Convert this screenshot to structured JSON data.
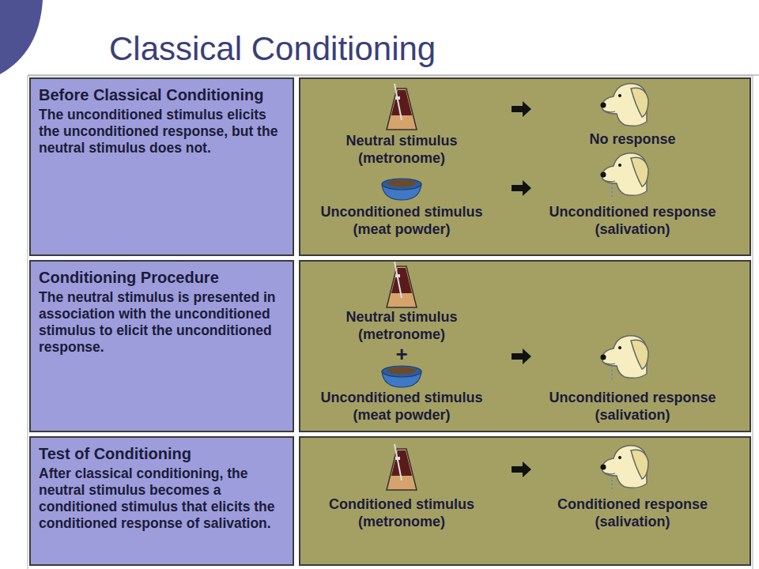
{
  "diagram": {
    "title": "Classical Conditioning",
    "nodes": [
      {
        "text": [
          "Before Classical Conditioning",
          "The unconditioned stimulus elicits the unconditioned response, but the neutral stimulus does not."
        ]
      },
      {
        "text": [
          "Neutral stimulus (metronome)",
          "No response",
          "Unconditioned stimulus (meat powder)",
          "Unconditioned response (salivation)"
        ]
      },
      {
        "text": [
          "Conditioning Procedure",
          "The neutral stimulus is presented in association with the unconditioned stimulus to elicit the unconditioned response."
        ]
      },
      {
        "text": [
          "Neutral stimulus (metronome)",
          "+",
          "Unconditioned stimulus (meat powder)",
          "Unconditioned response (salivation)"
        ]
      },
      {
        "text": [
          "Test of Conditioning",
          "After classical conditioning, the neutral stimulus becomes a conditioned stimulus that elicits the conditioned response of salivation."
        ]
      },
      {
        "text": [
          "Conditioned stimulus (metronome)",
          "Conditioned response (salivation)"
        ]
      }
    ]
  }
}
